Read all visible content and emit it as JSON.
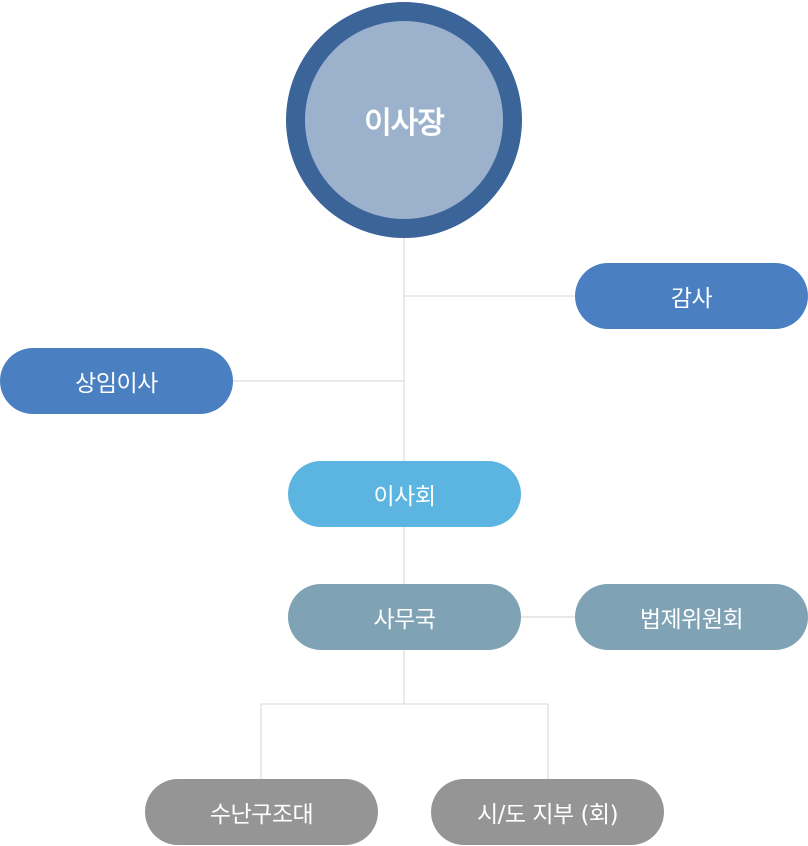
{
  "chart": {
    "chairman": "이사장",
    "auditor": "감사",
    "standing_director": "상임이사",
    "board": "이사회",
    "secretariat": "사무국",
    "legal_committee": "법제위원회",
    "rescue_team": "수난구조대",
    "branches": "시/도 지부 (회)"
  },
  "colors": {
    "chairman_ring": "#3b6499",
    "chairman_fill": "#9bb1cc",
    "blue_box": "#4a7fc1",
    "board_box": "#5cb5e0",
    "secretariat_box": "#7fa2b4",
    "bottom_box": "#959595",
    "connector": "#d4d4d4"
  }
}
